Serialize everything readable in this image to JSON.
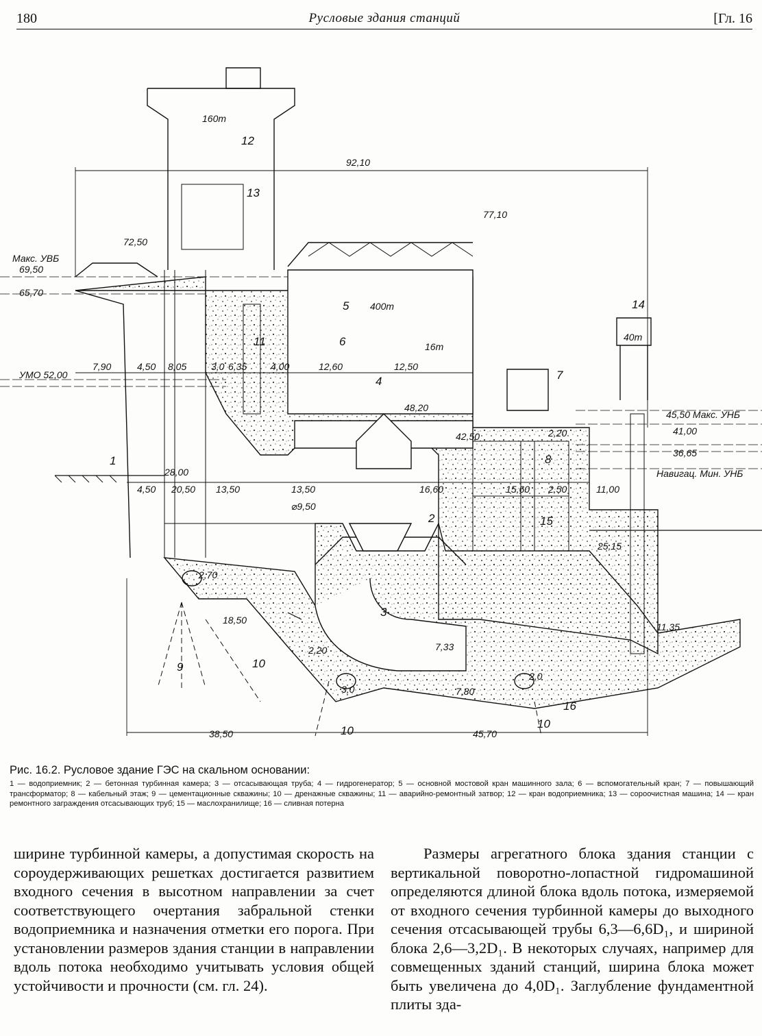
{
  "header": {
    "page_number": "180",
    "running_title": "Русловые здания станций",
    "chapter": "[Гл. 16"
  },
  "figure": {
    "dimensions": {
      "total_length": "92,10",
      "upstream_length": "38,50",
      "downstream_length": "45,70",
      "intake_w1": "7,90",
      "intake_w2": "4,50",
      "intake_w3": "8,05",
      "intake_w4": "3,0",
      "intake_w5": "6,35",
      "intake_w6": "4,00",
      "hall_w1": "12,60",
      "hall_w2": "12,50",
      "low_w1": "4,50",
      "low_w2": "20,50",
      "low_w3": "13,50",
      "low_w4": "13,50",
      "chamber_w": "16,60",
      "cable_w1": "15,60",
      "cable_w2": "2,50",
      "tail_w": "11,00",
      "runner_diameter": "⌀9,50",
      "grout_depth": "18,50",
      "gallery_d1": "2,70",
      "gallery_d2": "2,20",
      "gallery_d3": "3,0",
      "gallery_d4": "2,0",
      "draft_h": "7,33",
      "slab_t": "7,80",
      "cable_h": "2,20"
    },
    "elevations": {
      "crest": "72,50",
      "max_upstream": "69,50",
      "upstream_2": "65,70",
      "dead_storage": "УМО 52,00",
      "hall_roof": "77,10",
      "generator_floor": "48,20",
      "turbine_floor": "42,50",
      "max_downstream": "45,50 Макс. УНБ",
      "downstream_41": "41,00",
      "downstream_min": "36,65",
      "intake_sill": "28,00",
      "draft_floor": "25,15",
      "tail_sill": "11,35"
    },
    "level_labels": {
      "max_upstream_label": "Макс. УВБ",
      "min_downstream_label": "Навигац. Мин. УНБ"
    },
    "crane_loads": {
      "gantry": "160т",
      "main": "400т",
      "aux": "16т",
      "draft": "40т"
    },
    "numbers": [
      "1",
      "2",
      "3",
      "4",
      "5",
      "6",
      "7",
      "8",
      "9",
      "10",
      "11",
      "12",
      "13",
      "14",
      "15",
      "16"
    ],
    "number_label_10": "10"
  },
  "caption": {
    "title": "Рис. 16.2. Русловое здание ГЭС на скальном основании:",
    "legend": "1 — водоприемник; 2 — бетонная турбинная камера; 3 — отсасывающая труба; 4 — гидрогенератор; 5 — основной мостовой кран машинного зала; 6 — вспомогательный кран; 7 — повышающий трансформатор; 8 — кабельный этаж; 9 — цементационные скважины; 10 — дренажные скважины; 11 — аварийно-ремонтный затвор; 12 — кран водоприемника; 13 — сороочистная машина; 14 — кран ремонтного заграждения отсасывающих труб; 15 — маслохранилище; 16 — сливная потерна"
  },
  "body": {
    "left_column": "ширине турбинной камеры, а допустимая скорость на сороудерживающих решетках достигается развитием входного сечения в высотном направлении за счет соответствующего очертания забральной стенки водоприемника и назначения отметки его порога. При установлении размеров здания станции в направлении вдоль потока необходимо учитывать условия общей устойчивости и прочности (см. гл. 24).",
    "right_column": "Размеры агрегатного блока здания станции с вертикальной поворотно-лопастной гидромашиной определяются длиной блока вдоль потока, измеряемой от входного сечения турбинной камеры до выходного сечения отсасывающей трубы 6,3—6,6D₁, и шириной блока 2,6—3,2D₁. В некоторых случаях, например для совмещенных зданий станций, ширина блока может быть увеличена до 4,0D₁. Заглубление фундаментной плиты зда-"
  }
}
